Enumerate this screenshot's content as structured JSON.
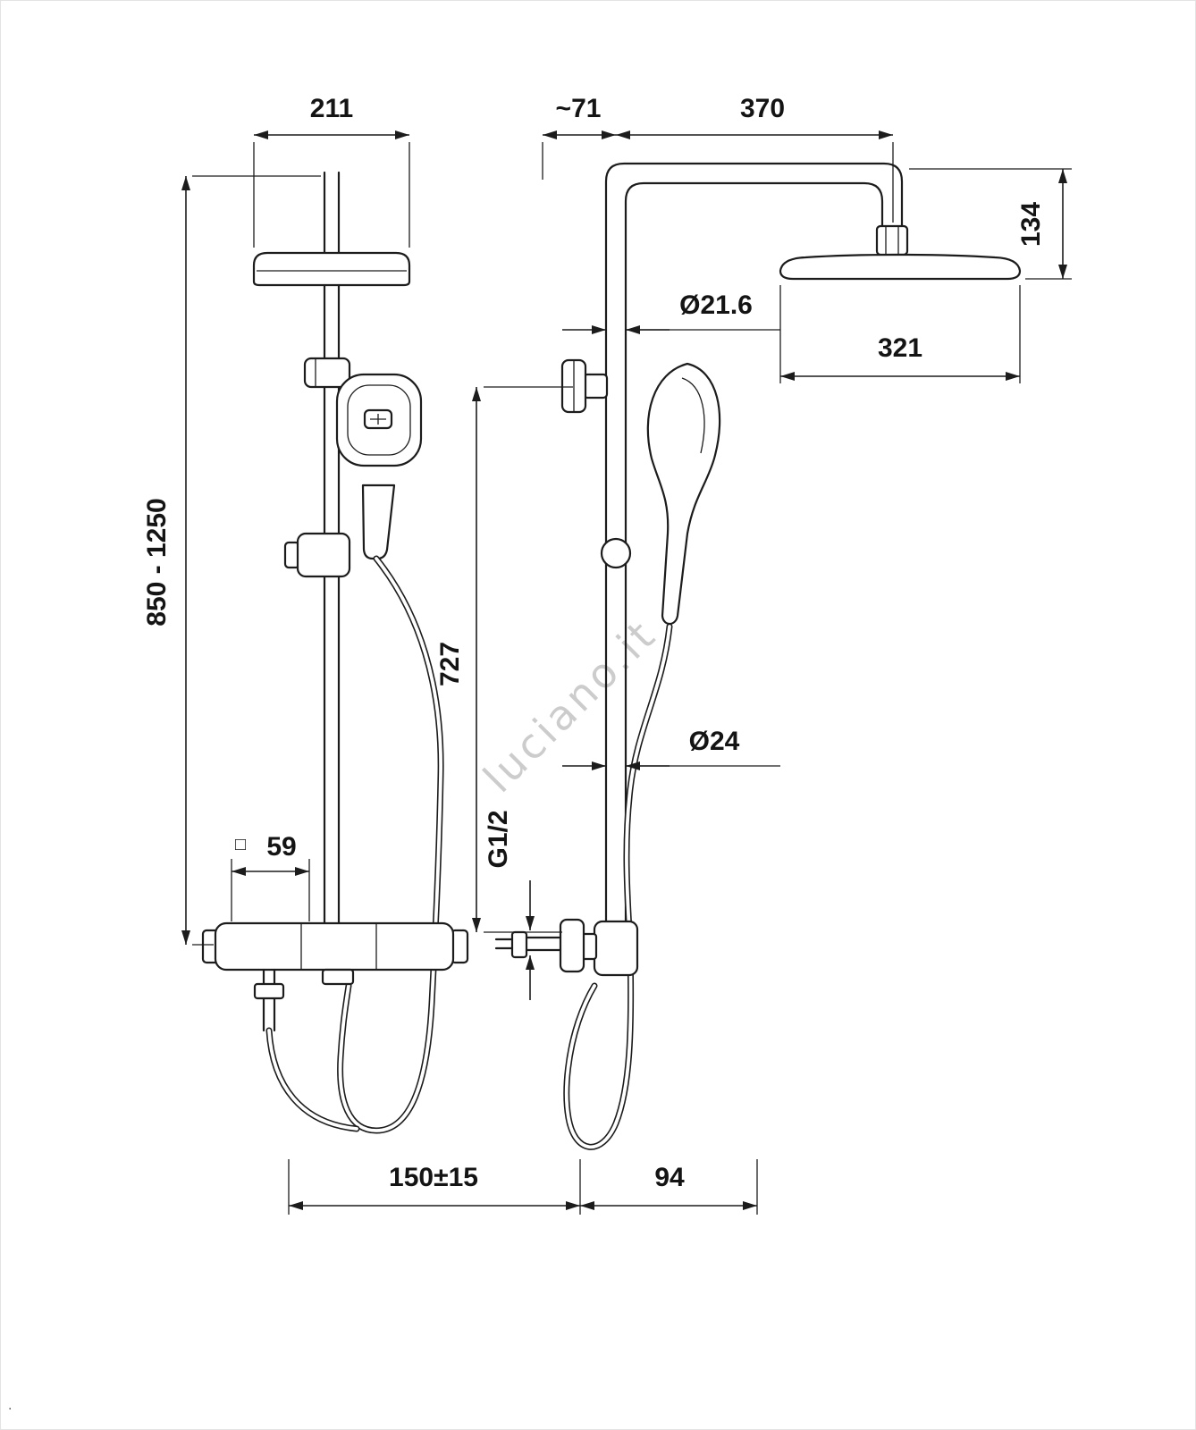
{
  "page": {
    "watermark": "luciano.it",
    "corner_dot": "."
  },
  "colors": {
    "line": "#1c1c1c",
    "watermark": "#9a9a9a",
    "background": "#ffffff"
  },
  "front_view": {
    "dims": {
      "head_width": "211",
      "height_range": "850 - 1250",
      "body_depth_prefix": "□",
      "body_depth": "59",
      "inlet_spacing": "150±15"
    }
  },
  "side_view": {
    "dims": {
      "wall_offset": "~71",
      "arm_reach": "370",
      "head_drop": "134",
      "riser_diameter": "Ø21.6",
      "head_length": "321",
      "rail_length": "727",
      "rail_diameter": "Ø24",
      "inlet_thread": "G1/2",
      "hose_offset": "94"
    }
  }
}
